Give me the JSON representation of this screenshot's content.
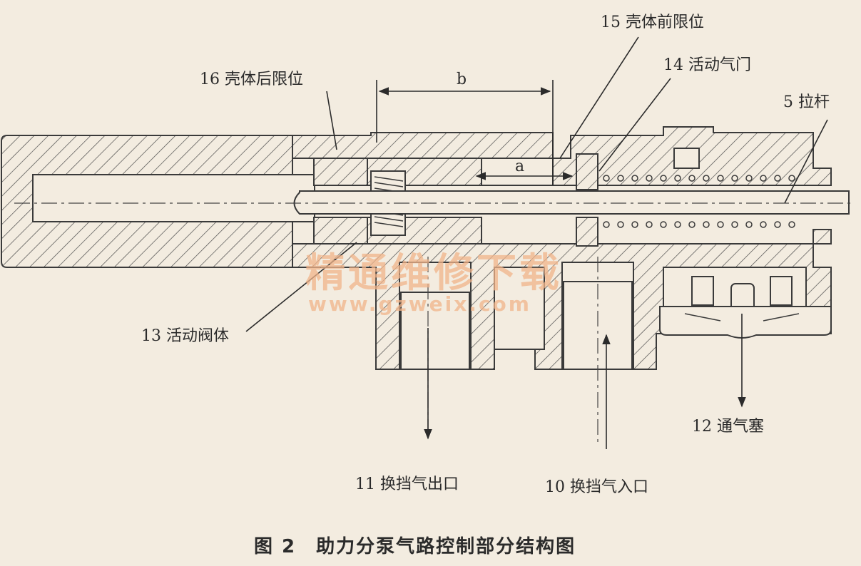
{
  "labels": {
    "l16": "16 壳体后限位",
    "l15": "15 壳体前限位",
    "l14": "14 活动气门",
    "l5": "5 拉杆",
    "l13": "13 活动阀体",
    "l12": "12 通气塞",
    "l11": "11 换挡气出口",
    "l10": "10 换挡气入口"
  },
  "dimensions": {
    "a": "a",
    "b": "b"
  },
  "watermark": {
    "line1": "精通维修下载",
    "line2": "www.gzweix.com"
  },
  "caption": "图 2　助力分泵气路控制部分结构图"
}
